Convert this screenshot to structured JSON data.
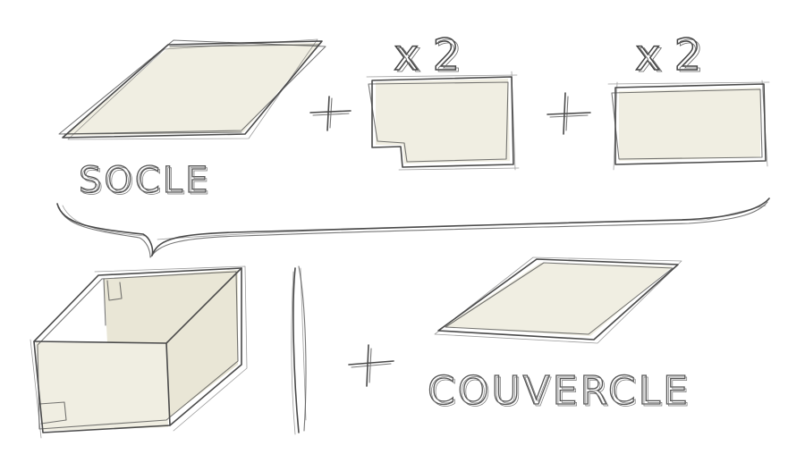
{
  "labels": {
    "base": "SOCLE",
    "lid": "COUVERCLE",
    "multiplier_1": "x 2",
    "multiplier_2": "x 2",
    "plus": "+"
  },
  "colors": {
    "panel_fill": "#f0eee2",
    "pencil": "#4a4a4a"
  }
}
